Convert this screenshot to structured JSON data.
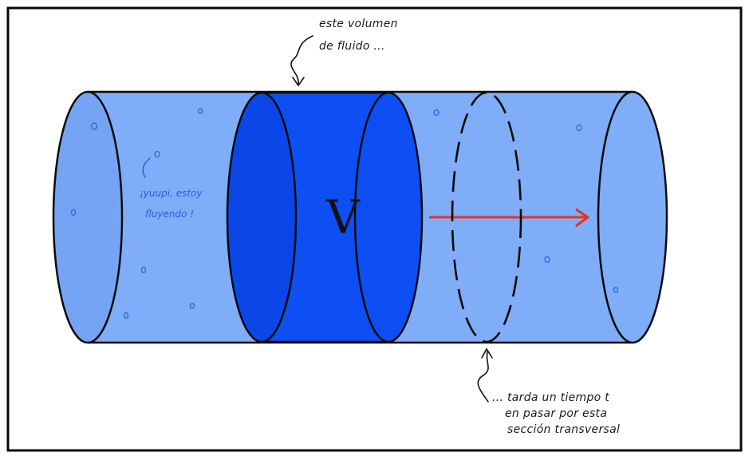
{
  "diagram": {
    "top_annotation": [
      "este volumen",
      "de fluido ..."
    ],
    "volume_label": "V",
    "bubble_annotation": [
      "¡yuupi, estoy",
      "fluyendo !"
    ],
    "bottom_annotation": [
      "... tarda un tiempo t",
      "en pasar por esta",
      "sección transversal"
    ]
  },
  "colors": {
    "pipe_fill": "#7fadf7",
    "pipe_end_fill": "#74a4f3",
    "volume_fill": "#0d4ff2",
    "arrow": "#e8321f",
    "outline": "#0a0a0a",
    "bubble_text": "#2f5bd6"
  }
}
